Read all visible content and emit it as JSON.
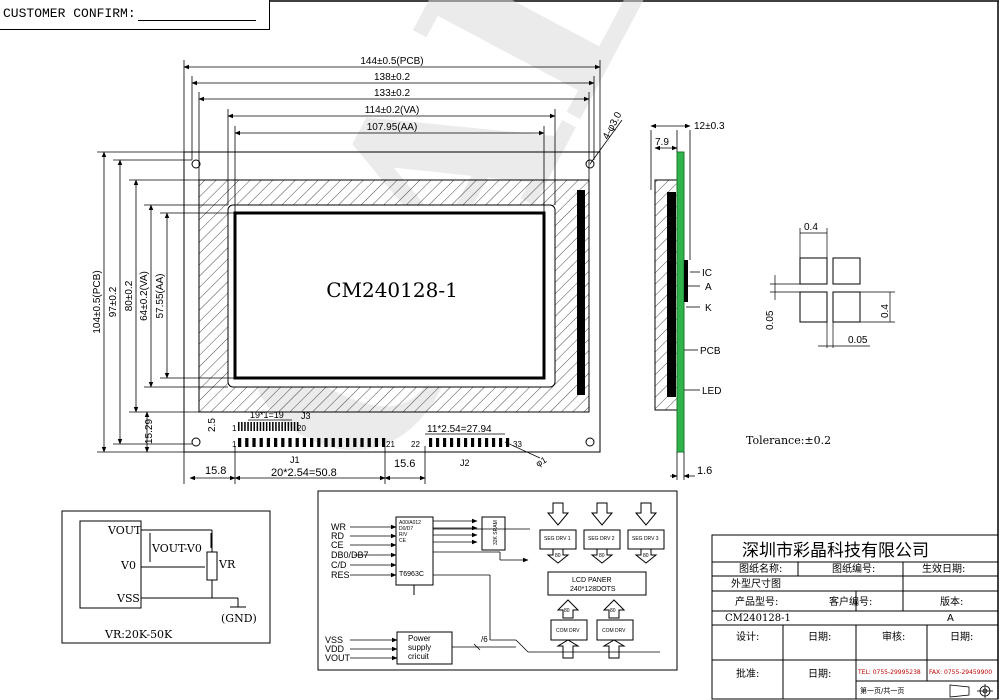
{
  "header": {
    "customer_confirm": "CUSTOMER CONFIRM:"
  },
  "watermark": "CALL",
  "front_view": {
    "module_label": "CM240128-1",
    "dims_horizontal": [
      "144±0.5(PCB)",
      "138±0.2",
      "133±0.2",
      "114±0.2(VA)",
      "107.95(AA)"
    ],
    "dims_vertical": [
      "104±0.5(PCB)",
      "97±0.2",
      "80±0.2",
      "64±0.2(VA)",
      "57.55(AA)"
    ],
    "hole_label": "4-φ3.0",
    "dim_15_29": "15.29",
    "dim_2_5": "2.5",
    "j3_pitch": "19*1=19",
    "j3_name": "J3",
    "j3_pin_start": "1",
    "j3_pin_end": "20",
    "j1_pin_start": "1",
    "j1_pin_end": "21",
    "j1_name": "J1",
    "j2_pitch": "11*2.54=27.94",
    "j2_pin_start": "22",
    "j2_pin_end": "33",
    "j2_name": "J2",
    "j2_hole": "φ1",
    "dim_15_8": "15.8",
    "dim_pitch_bottom": "20*2.54=50.8",
    "dim_15_6": "15.6"
  },
  "side_view": {
    "dim_12": "12±0.3",
    "dim_7_9": "7.9",
    "dim_1_6": "1.6",
    "labels": [
      "IC",
      "A",
      "K",
      "PCB",
      "LED"
    ]
  },
  "pixel_detail": {
    "dim_top": "0.4",
    "dim_right": "0.4",
    "dim_left": "0.05",
    "dim_bottom": "0.05",
    "tolerance": "Tolerance:±0.2"
  },
  "vr_circuit": {
    "vout": "VOUT",
    "v0": "V0",
    "vss": "VSS",
    "vout_v0": "VOUT-V0",
    "vr": "VR",
    "gnd": "(GND)",
    "note": "VR:20K-50K"
  },
  "block_diagram": {
    "inputs_top": [
      "WR",
      "RD",
      "CE",
      "DB0/DB7",
      "C/D",
      "RES"
    ],
    "controller_pins": [
      "A00/A012",
      "D0/D7",
      "R/V",
      "CE"
    ],
    "controller": "T6963C",
    "ram": "32K SRAM",
    "seg_drivers": [
      "SEG DRV 1",
      "SEG DRV 2",
      "SEG DRV 3"
    ],
    "seg_pin": "80",
    "panel_title": "LCD PANER",
    "panel_dots": "240*128DOTS",
    "com_pin": "80",
    "com_drivers": [
      "COM DRV",
      "COM DRV"
    ],
    "inputs_bottom": [
      "VSS",
      "VDD",
      "VOUT"
    ],
    "power_block": "Power supply cricuit",
    "power_out": "/6"
  },
  "title_block": {
    "company": "深圳市彩晶科技有限公司",
    "drawing_name_label": "图纸名称:",
    "drawing_no_label": "图纸编号:",
    "effective_date_label": "生效日期:",
    "drawing_name": "外型尺寸图",
    "product_model_label": "产品型号:",
    "customer_no_label": "客户编号:",
    "version_label": "版本:",
    "product_model": "CM240128-1",
    "version": "A",
    "design_label": "设计:",
    "date_label_1": "日期:",
    "review_label": "审核:",
    "date_label_2": "日期:",
    "approve_label": "批准:",
    "date_label_3": "日期:",
    "tel": "TEL: 0755-29995238",
    "fax": "FAX: 0755-29459900",
    "page": "第一页/共一页"
  }
}
